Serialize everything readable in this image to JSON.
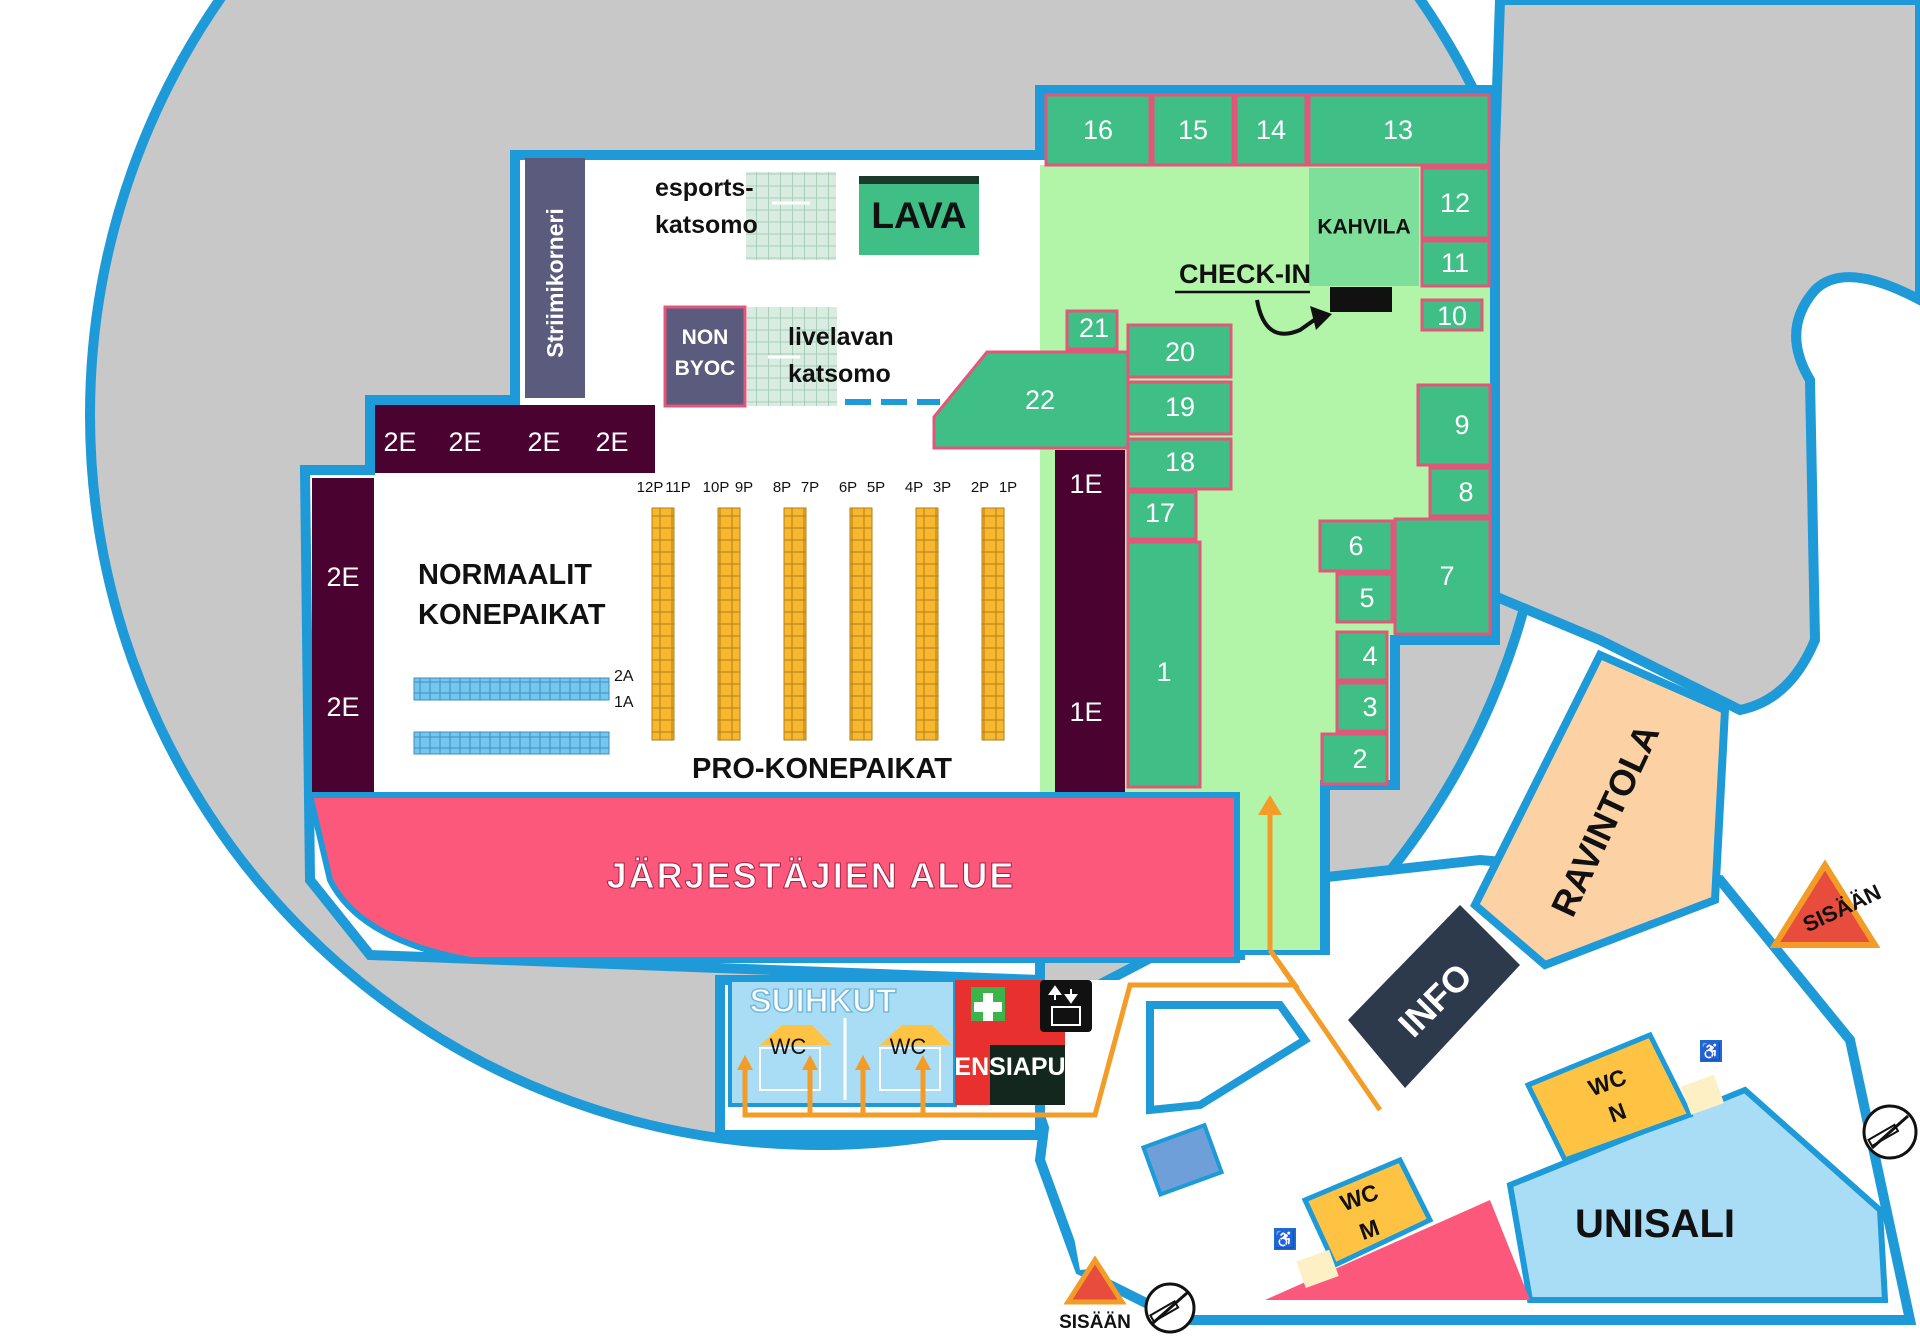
{
  "map": {
    "colors": {
      "outline": "#1e9ad8",
      "ground": "#c8c8c8",
      "green_zone": "#b2f5a8",
      "booth": "#3fbf86",
      "booth_border": "#e0577a",
      "dark_plum": "#4a0330",
      "organizer": "#fc587b",
      "ravintola": "#fcd2a4",
      "info": "#2c3a4b",
      "unisali": "#a9dcf5",
      "wc_yellow": "#fec343",
      "seat_pro": "#f7b731",
      "seat_normal": "#74c6ef",
      "route": "#f39c27",
      "entrance": "#e84c3d"
    },
    "areas": {
      "striimikorneri": "Striimikorneri",
      "esports_katsomo": [
        "esports-",
        "katsomo"
      ],
      "lava": "LAVA",
      "non_byoc": [
        "NON",
        "BYOC"
      ],
      "livelavan_katsomo": [
        "livelavan",
        "katsomo"
      ],
      "kahvila": "KAHVILA",
      "check_in": "CHECK-IN",
      "normaalit": [
        "NORMAALIT",
        "KONEPAIKAT"
      ],
      "pro_konepaikat": "PRO-KONEPAIKAT",
      "jarjestajien_alue": "JÄRJESTÄJIEN ALUE",
      "suihkut": "SUIHKUT",
      "ensiapu": "ENSIAPU",
      "info": "INFO",
      "ravintola": "RAVINTOLA",
      "unisali": "UNISALI",
      "sisaan": "SISÄÄN",
      "wc": "WC",
      "wc_n": [
        "WC",
        "N"
      ],
      "wc_m": [
        "WC",
        "M"
      ]
    },
    "booths": [
      "1",
      "2",
      "3",
      "4",
      "5",
      "6",
      "7",
      "8",
      "9",
      "10",
      "11",
      "12",
      "13",
      "14",
      "15",
      "16",
      "17",
      "18",
      "19",
      "20",
      "21",
      "22"
    ],
    "zones": {
      "two_e": "2E",
      "one_e": "1E"
    },
    "pro_rows": [
      [
        "12P",
        "11P"
      ],
      [
        "10P",
        "9P"
      ],
      [
        "8P",
        "7P"
      ],
      [
        "6P",
        "5P"
      ],
      [
        "4P",
        "3P"
      ],
      [
        "2P",
        "1P"
      ]
    ],
    "normal_rows": [
      "2A",
      "1A"
    ]
  }
}
